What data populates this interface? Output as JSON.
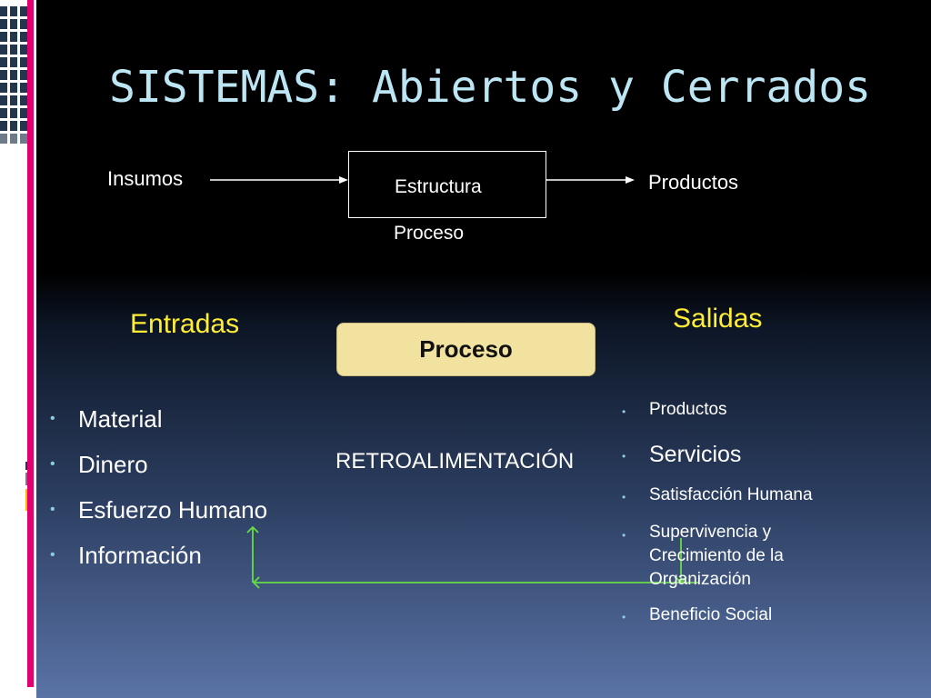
{
  "slide": {
    "title": "SISTEMAS: Abiertos y Cerrados",
    "diagram": {
      "input_label": "Insumos",
      "box_label": "Estructura",
      "below_box_label": "Proceso",
      "output_label": "Productos"
    },
    "entradas": {
      "heading": "Entradas",
      "items": [
        "Material",
        "Dinero",
        "Esfuerzo Humano",
        "Información"
      ]
    },
    "proceso_label": "Proceso",
    "salidas": {
      "heading": "Salidas",
      "items": [
        "Productos",
        "Servicios",
        "Satisfacción Humana",
        "Supervivencia y",
        "Crecimiento de la",
        "Organización",
        "Beneficio Social"
      ]
    },
    "feedback_label": "RETROALIMENTACIÓN",
    "colors": {
      "title": "#bde6f5",
      "heading": "#ffee33",
      "process_box": "#f2e2a0",
      "feedback_arrow": "#66dd44",
      "accent_pink": "#e0006e",
      "accent_yellow": "#f5b800"
    }
  }
}
